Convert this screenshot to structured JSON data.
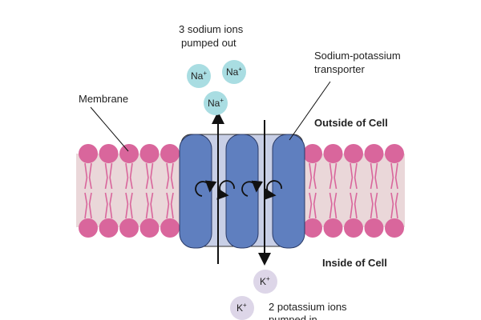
{
  "labels": {
    "sodium_line1": "3 sodium ions",
    "sodium_line2": "pumped out",
    "transporter_line1": "Sodium-potassium",
    "transporter_line2": "transporter",
    "membrane": "Membrane",
    "outside": "Outside of Cell",
    "inside": "Inside of Cell",
    "potassium_line1": "2 potassium ions",
    "potassium_line2": "pumped in"
  },
  "ions": {
    "sodium": {
      "symbol": "Na",
      "charge": "+"
    },
    "potassium": {
      "symbol": "K",
      "charge": "+"
    }
  },
  "colors": {
    "phospholipid_head": "#d9669c",
    "bilayer_fill": "#ead7d9",
    "tail": "#d9669c",
    "transporter_body": "#c8cfe6",
    "transporter_subunit": "#5f7fbf",
    "sodium_ion": "#a9dde2",
    "potassium_ion": "#ddd6e8",
    "arrow": "#111111"
  }
}
